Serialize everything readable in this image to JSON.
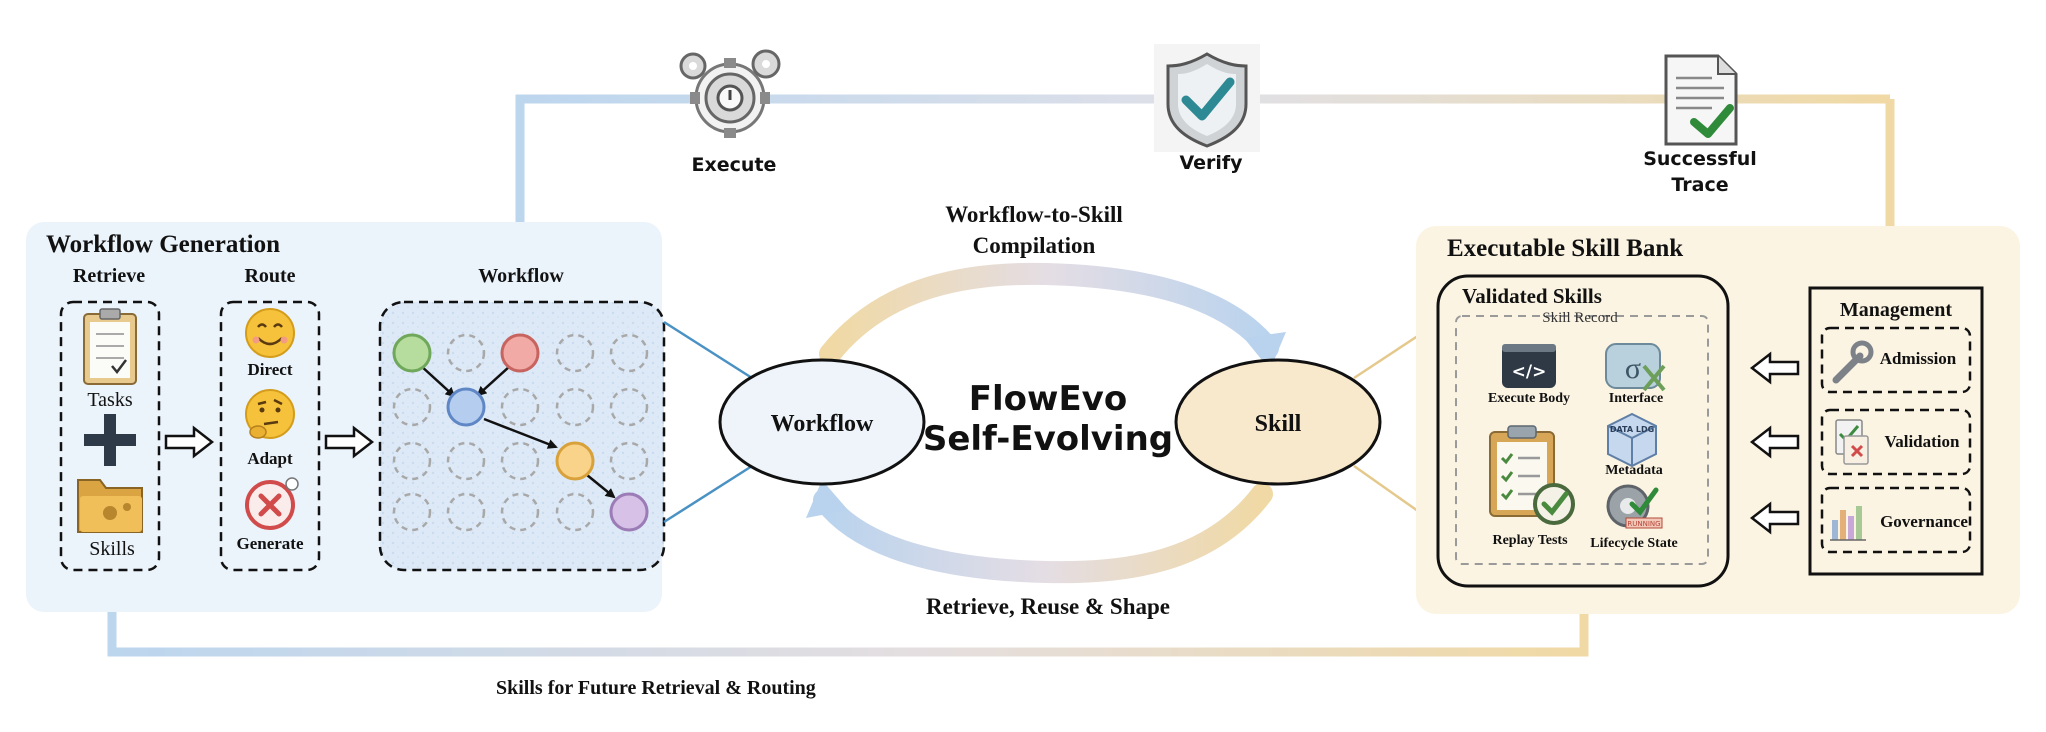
{
  "top_flow": {
    "execute": "Execute",
    "verify": "Verify",
    "trace_line1": "Successful",
    "trace_line2": "Trace"
  },
  "workflow_generation": {
    "title": "Workflow Generation",
    "retrieve": {
      "title": "Retrieve",
      "tasks": "Tasks",
      "skills": "Skills"
    },
    "route": {
      "title": "Route",
      "direct": "Direct",
      "adapt": "Adapt",
      "generate": "Generate"
    },
    "workflow": {
      "title": "Workflow"
    }
  },
  "center": {
    "compilation_line1": "Workflow-to-Skill",
    "compilation_line2": "Compilation",
    "workflow_node": "Workflow",
    "skill_node": "Skill",
    "title_line1": "FlowEvo",
    "title_line2": "Self-Evolving",
    "bottom_label": "Retrieve, Reuse & Shape"
  },
  "skill_bank": {
    "title": "Executable Skill Bank",
    "validated": {
      "title": "Validated Skills",
      "record": "Skill Record",
      "execute_body": "Execute Body",
      "interface": "Interface",
      "metadata": "Metadata",
      "metadata_icon": "DATA LDG",
      "replay_tests": "Replay Tests",
      "lifecycle_state": "Lifecycle State",
      "lifecycle_icon": "RUNNING"
    },
    "management": {
      "title": "Management",
      "admission": "Admission",
      "validation": "Validation",
      "governance": "Governance"
    }
  },
  "feedback_label": "Skills for Future Retrieval & Routing",
  "colors": {
    "blue_flow": "#bcd6ee",
    "gold_flow": "#f0d9a4",
    "left_panel": "#ebf3fb",
    "right_panel": "#fbf4e3",
    "workflow_node_fill": "#eef4fa",
    "skill_node_fill": "#f8e9cc"
  }
}
